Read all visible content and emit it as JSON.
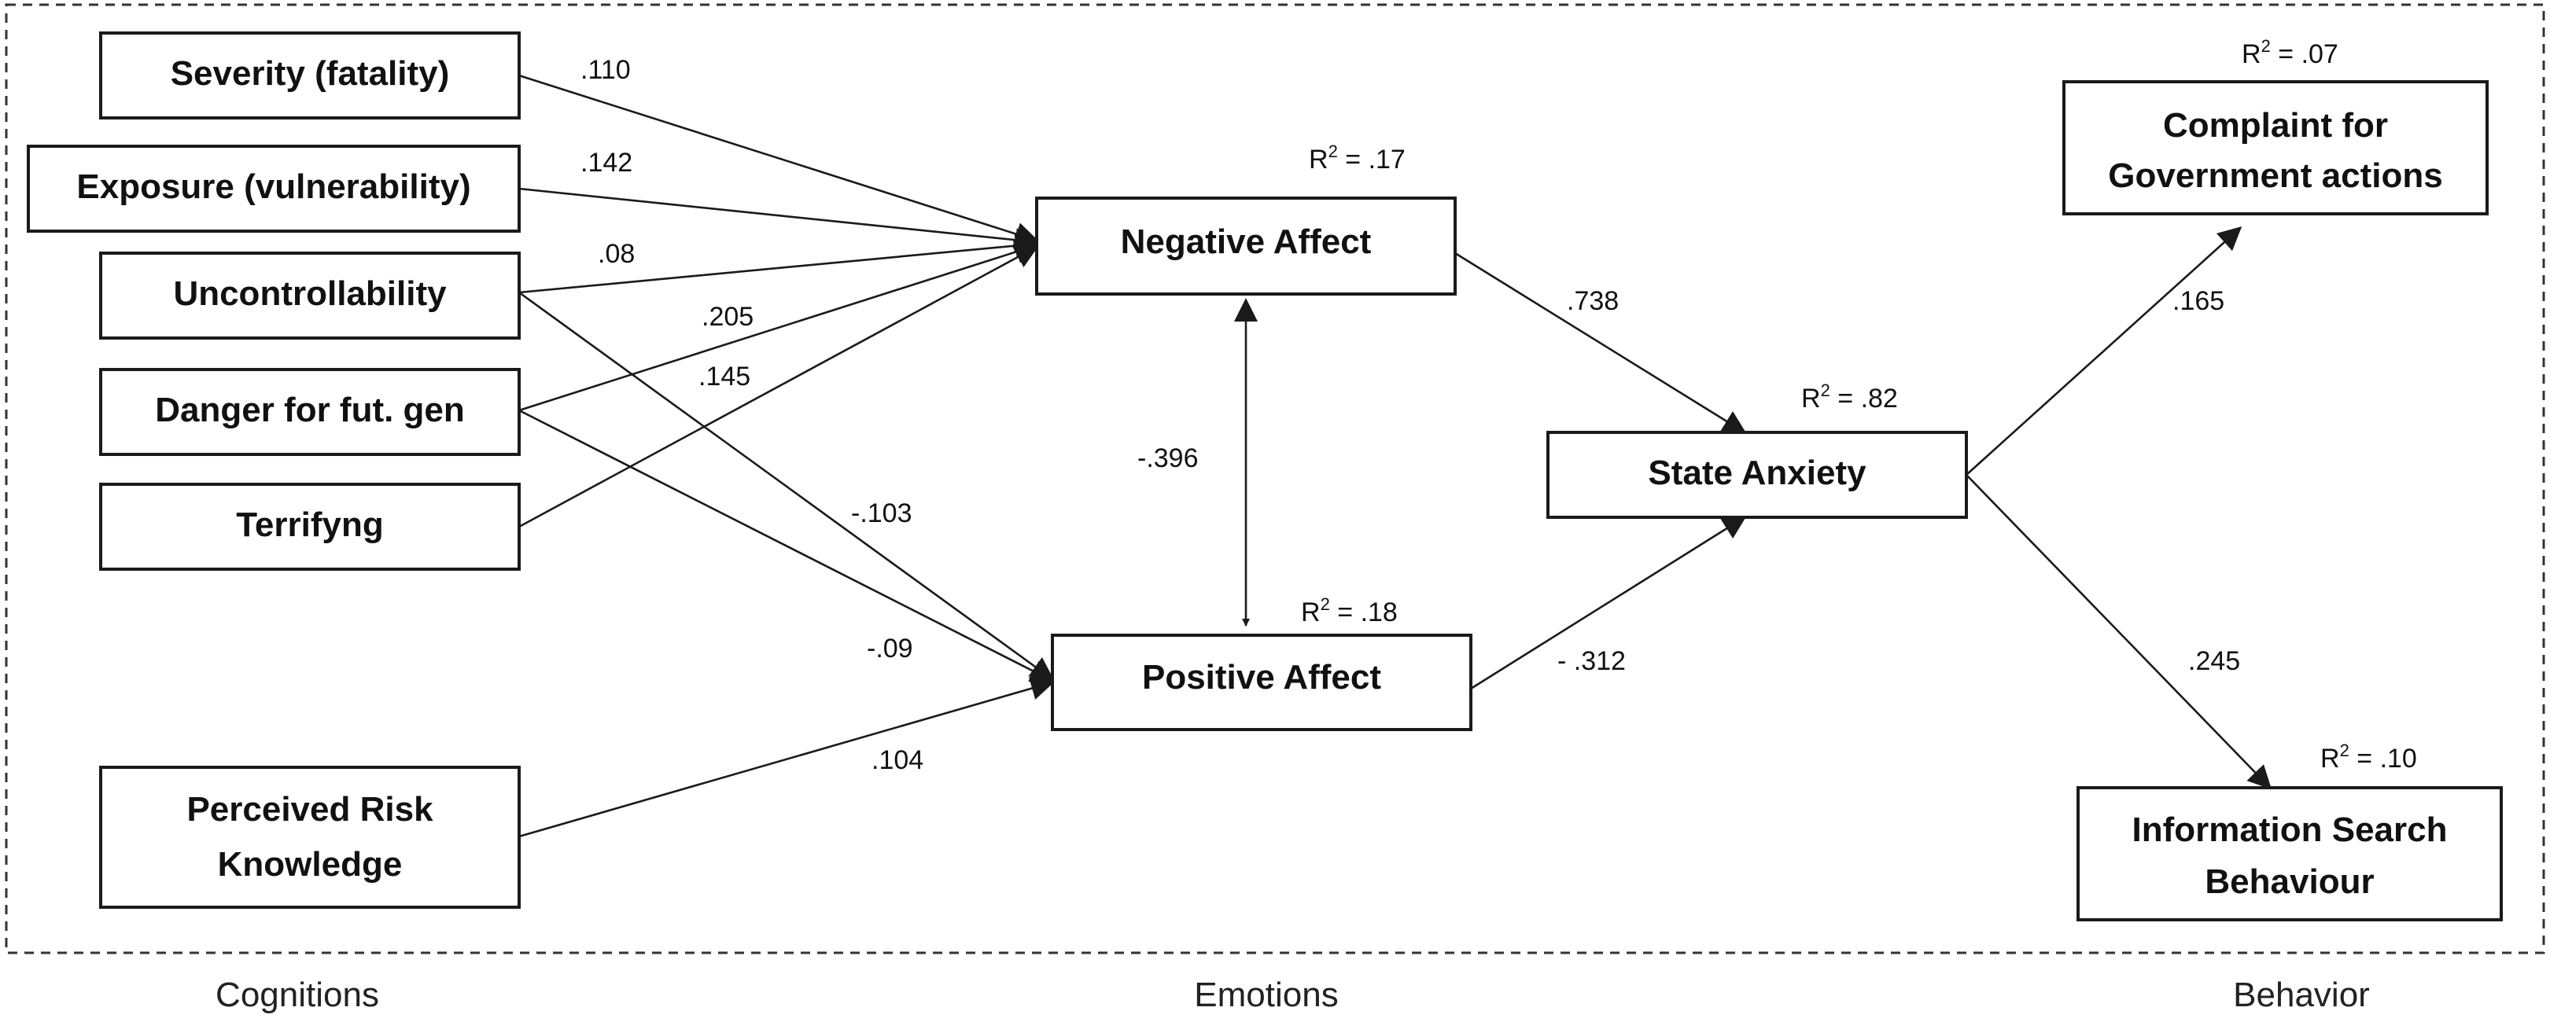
{
  "nodes": {
    "severity": "Severity (fatality)",
    "exposure": "Exposure (vulnerability)",
    "uncontrollability": "Uncontrollability",
    "danger": "Danger for fut. gen",
    "terrifying": "Terrifyng",
    "knowledge": [
      "Perceived Risk",
      "Knowledge"
    ],
    "negative": "Negative Affect",
    "positive": "Positive Affect",
    "anxiety": "State Anxiety",
    "complaint": [
      "Complaint for",
      "Government actions"
    ],
    "info": [
      "Information Search",
      "Behaviour"
    ]
  },
  "r_squared": {
    "negative": ".17",
    "positive": ".18",
    "anxiety": ".82",
    "complaint": ".07",
    "info": ".10"
  },
  "r2_prefix": "R",
  "r2_sup": "2",
  "r2_sep": " = ",
  "paths": [
    {
      "from": "severity",
      "to": "negative",
      "coef": ".110"
    },
    {
      "from": "exposure",
      "to": "negative",
      "coef": ".142"
    },
    {
      "from": "uncontrollability",
      "to": "negative",
      "coef": ".08"
    },
    {
      "from": "danger",
      "to": "negative",
      "coef": ".205"
    },
    {
      "from": "terrifying",
      "to": "negative",
      "coef": ".145"
    },
    {
      "from": "uncontrollability",
      "to": "positive",
      "coef": "-.103"
    },
    {
      "from": "danger",
      "to": "positive",
      "coef": "-.09"
    },
    {
      "from": "knowledge",
      "to": "positive",
      "coef": ".104"
    },
    {
      "from": "negative",
      "to": "anxiety",
      "coef": ".738"
    },
    {
      "from": "positive",
      "to": "anxiety",
      "coef": "- .312"
    },
    {
      "from": "anxiety",
      "to": "complaint",
      "coef": ".165"
    },
    {
      "from": "anxiety",
      "to": "info",
      "coef": ".245"
    },
    {
      "from": "negative",
      "to": "positive",
      "coef": "-.396",
      "bidirectional": true
    }
  ],
  "sections": {
    "cognitions": "Cognitions",
    "emotions": "Emotions",
    "behavior": "Behavior"
  }
}
